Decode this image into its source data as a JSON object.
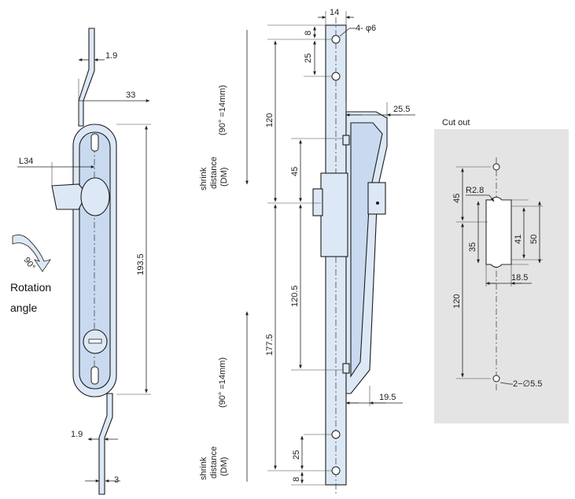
{
  "front_view": {
    "dims": {
      "rod_thickness_top": "1.9",
      "rod_thickness_bottom": "1.9",
      "rod_width": "3",
      "offset": "33",
      "lever": "L34",
      "height": "193.5"
    },
    "rotation": {
      "angle": "90°",
      "label_line1": "Rotation",
      "label_line2": "angle"
    }
  },
  "side_view": {
    "dims": {
      "width": "14",
      "holes": "4- φ6",
      "top_gap": "8",
      "top_pitch": "25",
      "upper": "120",
      "upper_lock": "45",
      "lower_lock": "120.5",
      "lower": "177.5",
      "bottom_pitch": "25",
      "bottom_gap": "8",
      "depth": "25.5",
      "base_depth": "19.5"
    },
    "shrink_top": {
      "angle": "(90°  =14mm)",
      "line1": "shrink",
      "line2": "distance",
      "line3": "(DM)"
    },
    "shrink_bottom": {
      "angle": "(90°  =14mm)",
      "line1": "shrink",
      "line2": "distance",
      "line3": "(DM)"
    }
  },
  "cutout": {
    "title": "Cut out",
    "dims": {
      "radius": "R2.8",
      "top": "45",
      "slot_height": "41",
      "outer_height": "50",
      "window": "35",
      "width": "18.5",
      "bottom": "120",
      "holes": "2−∅5.5"
    }
  }
}
